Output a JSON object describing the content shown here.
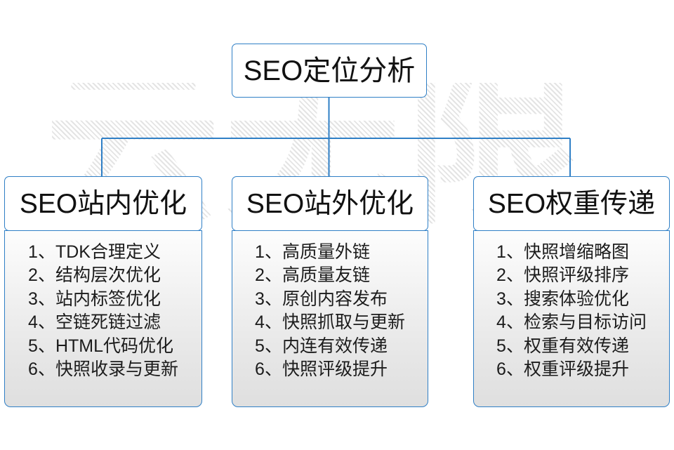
{
  "watermark": {
    "text": "云无限"
  },
  "colors": {
    "border": "#2f7fc6",
    "connector": "#2f7fc6",
    "text": "#111111",
    "panel_top": "#fdfdfd",
    "panel_bottom": "#dfdfdf",
    "background": "#ffffff",
    "watermark": "#e4e4e4"
  },
  "root": {
    "title": "SEO定位分析"
  },
  "columns": [
    {
      "title": "SEO站内优化",
      "items": [
        "1、TDK合理定义",
        "2、结构层次优化",
        "3、站内标签优化",
        "4、空链死链过滤",
        "5、HTML代码优化",
        "6、快照收录与更新"
      ]
    },
    {
      "title": "SEO站外优化",
      "items": [
        "1、高质量外链",
        "2、高质量友链",
        "3、原创内容发布",
        "4、快照抓取与更新",
        "5、内连有效传递",
        "6、快照评级提升"
      ]
    },
    {
      "title": "SEO权重传递",
      "items": [
        "1、快照增缩略图",
        "2、快照评级排序",
        "3、搜索体验优化",
        "4、检索与目标访问",
        "5、权重有效传递",
        "6、权重评级提升"
      ]
    }
  ]
}
